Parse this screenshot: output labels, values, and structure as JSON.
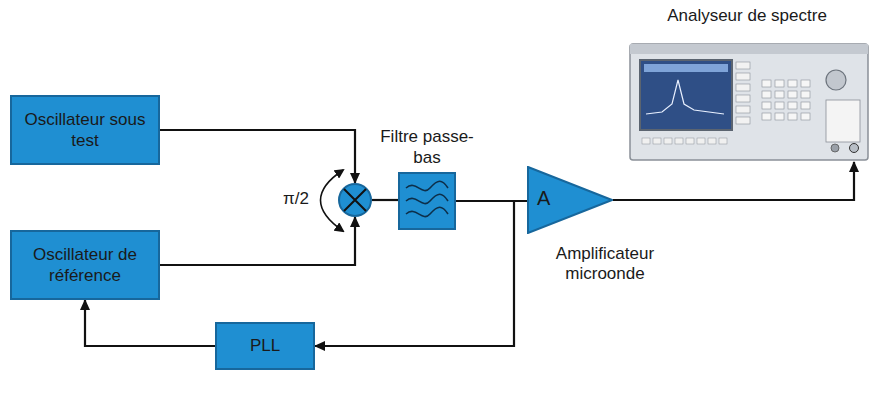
{
  "diagram": {
    "nodes": [
      {
        "text": [
          "Oscillateur sous test"
        ]
      },
      {
        "text": [
          "Oscillateur de référence"
        ]
      },
      {
        "text": []
      },
      {
        "text": [
          "Filtre passe-bas"
        ]
      },
      {
        "text": [
          "A",
          "Amplificateur microonde"
        ]
      },
      {
        "text": [
          "Analyseur de spectre"
        ]
      },
      {
        "text": [
          "PLL"
        ]
      }
    ],
    "edges": [
      {
        "from": 0,
        "to": 2,
        "arrow": "to"
      },
      {
        "from": 1,
        "to": 2,
        "arrow": "to"
      },
      {
        "from": 2,
        "to": 3,
        "arrow": "none"
      },
      {
        "from": 3,
        "to": 4,
        "arrow": "none"
      },
      {
        "from": 4,
        "to": 5,
        "arrow": "to"
      },
      {
        "from": 3,
        "to": 6,
        "arrow": "to"
      },
      {
        "from": 6,
        "to": 1,
        "arrow": "to"
      }
    ],
    "labels": [
      "π/2"
    ]
  }
}
